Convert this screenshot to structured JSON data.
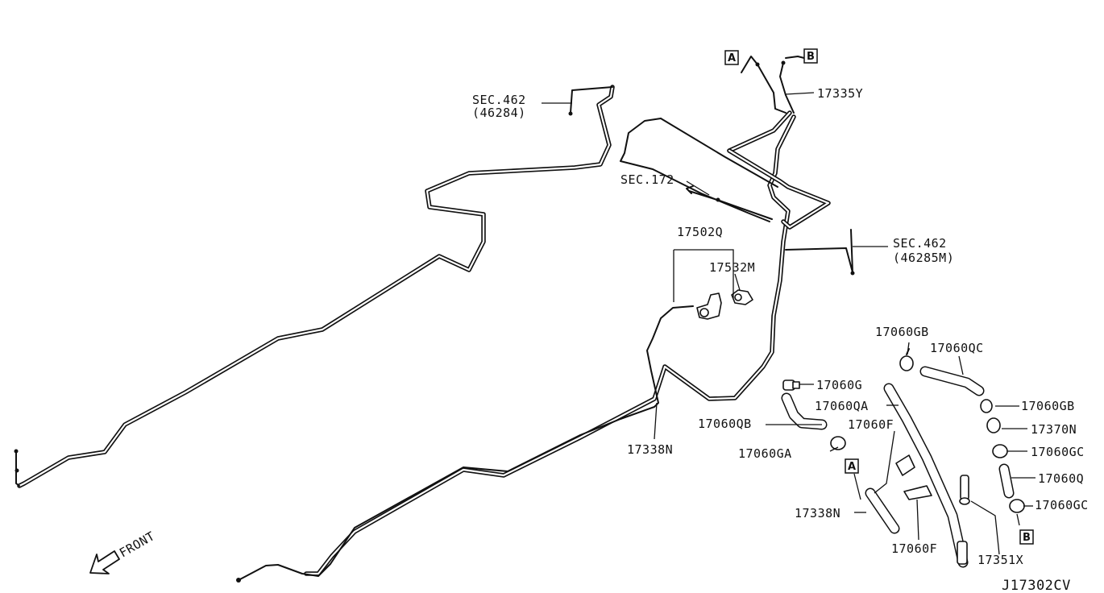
{
  "diagram_id": "J17302CV",
  "front_indicator": "FRONT",
  "labels": {
    "sec462_top": "SEC.462",
    "sec462_top_sub": "(46284)",
    "sec172": "SEC.172",
    "sec462_right": "SEC.462",
    "sec462_right_sub": "(46285M)",
    "p17335Y": "17335Y",
    "p17502Q": "17502Q",
    "p17532M": "17532M",
    "p17338N_main": "17338N",
    "p17060GB_top": "17060GB",
    "p17060QC": "17060QC",
    "p17060G": "17060G",
    "p17060QA": "17060QA",
    "p17060GB_right": "17060GB",
    "p17060QB": "17060QB",
    "p17060F_top": "17060F",
    "p17370N": "17370N",
    "p17060GA": "17060GA",
    "p17060GC_top": "17060GC",
    "p17060Q": "17060Q",
    "p17060GC_bottom": "17060GC",
    "p17338N_lower": "17338N",
    "p17060F_bottom": "17060F",
    "p17351X": "17351X"
  },
  "reference_marks": {
    "top_a": "A",
    "top_b": "B",
    "lower_a": "A",
    "lower_b": "B"
  },
  "colors": {
    "line": "#111111",
    "background": "#ffffff"
  }
}
